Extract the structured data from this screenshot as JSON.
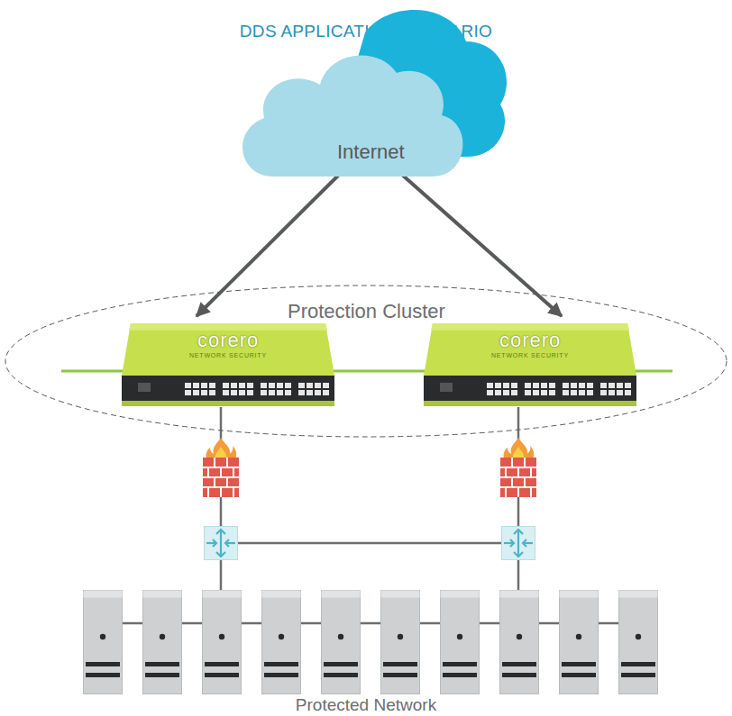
{
  "diagram": {
    "title": "DDS APPLICATION SCENARIO",
    "nodes": [
      {
        "text": [
          "Internet"
        ]
      },
      {
        "text": [
          "Protection Cluster"
        ]
      },
      {
        "text": [
          "corero",
          "NETWORK SECURITY"
        ],
        "in": 1
      },
      {
        "text": [
          "corero",
          "NETWORK SECURITY"
        ],
        "in": 1
      }
    ],
    "edges": [
      {
        "from": 0,
        "to": 2,
        "arrow": "to"
      },
      {
        "from": 0,
        "to": 3,
        "arrow": "to"
      }
    ],
    "labels": [
      "Protected Network"
    ]
  }
}
